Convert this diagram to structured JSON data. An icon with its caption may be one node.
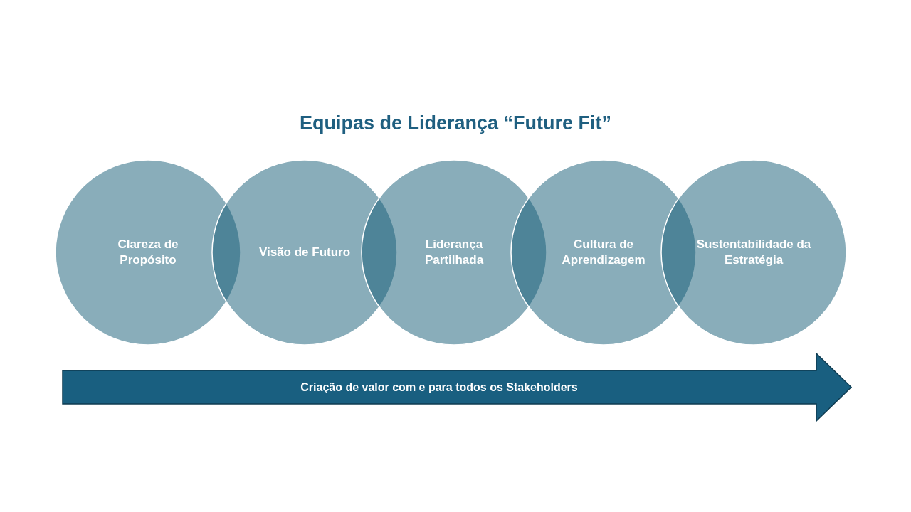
{
  "diagram": {
    "title": "Equipas de Liderança “Future Fit”",
    "nodes": [
      {
        "text": [
          "Clareza de Propósito"
        ]
      },
      {
        "text": [
          "Visão de Futuro"
        ]
      },
      {
        "text": [
          "Liderança Partilhada"
        ]
      },
      {
        "text": [
          "Cultura de Aprendizagem"
        ]
      },
      {
        "text": [
          "Sustentabilidade da Estratégia"
        ]
      },
      {
        "text": [
          "Criação de valor com e para todos os Stakeholders"
        ]
      }
    ]
  }
}
